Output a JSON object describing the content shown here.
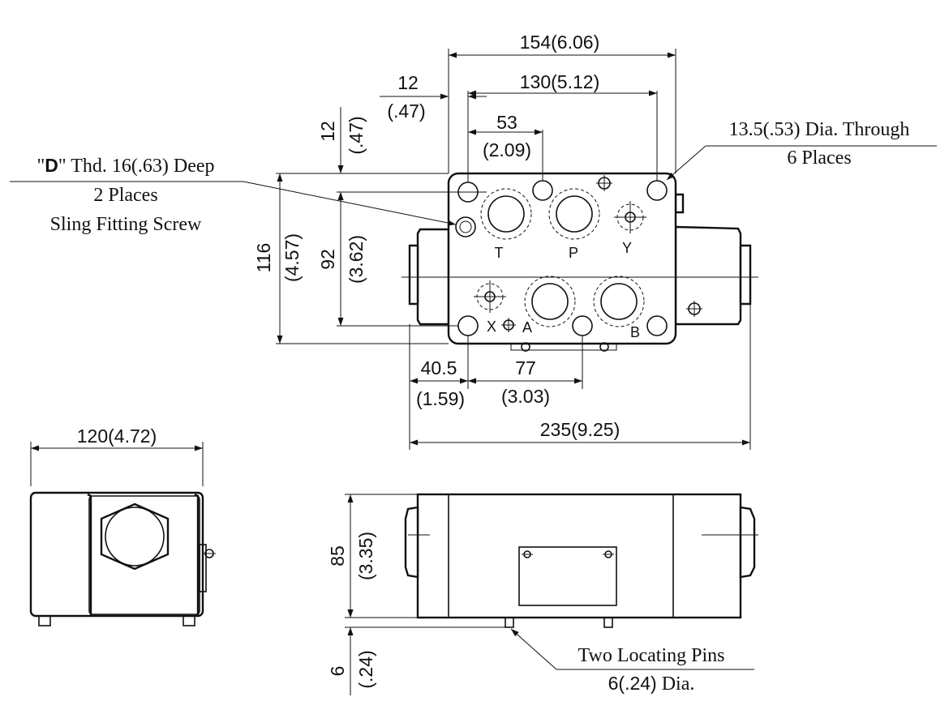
{
  "dimensions": {
    "overall_top_width": "154(6.06)",
    "top_hole_spacing": "130(5.12)",
    "top_offset_mm": "12",
    "top_offset_in": "(.47)",
    "vertical_offset_mm": "12",
    "vertical_offset_in": "(.47)",
    "t_to_p_mm": "53",
    "t_to_p_in": "(2.09)",
    "body_height_mm": "116",
    "body_height_in": "(4.57)",
    "hole_vertical_mm": "92",
    "hole_vertical_in": "(3.62)",
    "edge_offset_mm": "40.5",
    "edge_offset_in": "(1.59)",
    "a_to_b_mm": "77",
    "a_to_b_in": "(3.03)",
    "overall_length": "235(9.25)",
    "side_width": "120(4.72)",
    "front_height_mm": "85",
    "front_height_in": "(3.35)",
    "pin_height_mm": "6",
    "pin_height_in": "(.24)"
  },
  "notes": {
    "through_hole_line1": "13.5(.53) Dia. Through",
    "through_hole_line2": "6 Places",
    "sling_d": "D",
    "sling_line1_rest": " Thd. 16(.63) Deep",
    "sling_line2": "2 Places",
    "sling_line3": "Sling Fitting Screw",
    "pins_line1": "Two Locating Pins",
    "pins_line2_num": "6(.24)",
    "pins_line2_rest": " Dia."
  },
  "port_labels": {
    "T": "T",
    "P": "P",
    "Y": "Y",
    "X": "X",
    "A": "A",
    "B": "B"
  }
}
